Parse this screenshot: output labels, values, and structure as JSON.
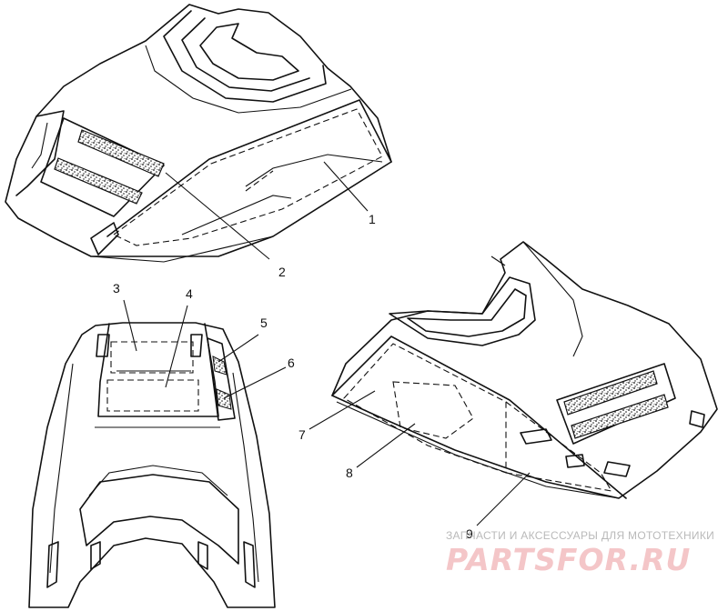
{
  "callouts": [
    "1",
    "2",
    "3",
    "4",
    "5",
    "6",
    "7",
    "8",
    "9"
  ],
  "watermark": {
    "caption": "ЗАПЧАСТИ И АКСЕССУАРЫ ДЛЯ МОТОТЕХНИКИ",
    "logo": "PARTSFOR.RU"
  }
}
